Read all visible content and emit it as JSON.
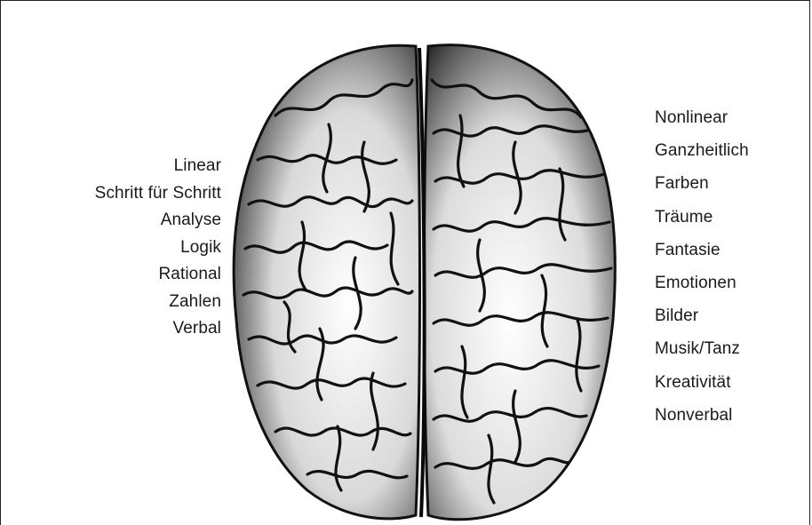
{
  "left_labels": [
    "Linear",
    "Schritt für Schritt",
    "Analyse",
    "Logik",
    "Rational",
    "Zahlen",
    "Verbal"
  ],
  "right_labels": [
    "Nonlinear",
    "Ganzheitlich",
    "Farben",
    "Träume",
    "Fantasie",
    "Emotionen",
    "Bilder",
    "Musik/Tanz",
    "Kreativität",
    "Nonverbal"
  ],
  "illustration": {
    "icon": "brain-engraving-illustration",
    "ink_color": "#111111"
  }
}
